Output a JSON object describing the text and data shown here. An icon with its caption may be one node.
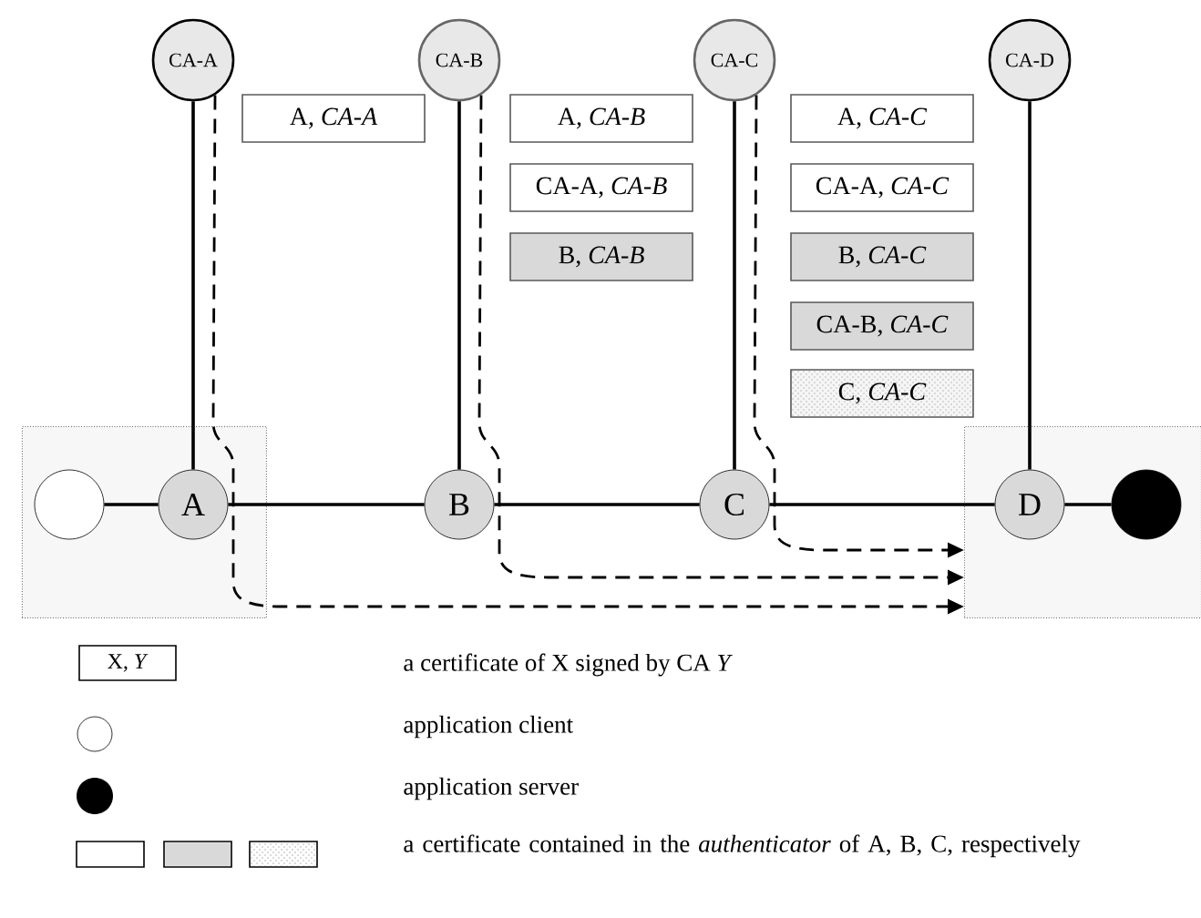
{
  "diagram": {
    "nodes": [
      {
        "text": [
          "CA-A"
        ]
      },
      {
        "text": [
          "CA-B"
        ]
      },
      {
        "text": [
          "CA-C"
        ]
      },
      {
        "text": [
          "CA-D"
        ]
      },
      {
        "text": [],
        "shape": "box"
      },
      {
        "text": [],
        "shape": "circle",
        "in": 4
      },
      {
        "text": [
          "A"
        ],
        "in": 4
      },
      {
        "text": [
          "B"
        ]
      },
      {
        "text": [
          "C"
        ]
      },
      {
        "text": [],
        "shape": "box"
      },
      {
        "text": [
          "D"
        ],
        "in": 9
      },
      {
        "text": [],
        "shape": "circle",
        "in": 9
      },
      {
        "text": [
          "A, *CA-A*"
        ]
      },
      {
        "text": [
          "A, *CA-B*"
        ]
      },
      {
        "text": [
          "CA-A, *CA-B*"
        ]
      },
      {
        "text": [
          "B, *CA-B*"
        ]
      },
      {
        "text": [
          "A, *CA-C*"
        ]
      },
      {
        "text": [
          "CA-A, *CA-C*"
        ]
      },
      {
        "text": [
          "B, *CA-C*"
        ]
      },
      {
        "text": [
          "CA-B, *CA-C*"
        ]
      },
      {
        "text": [
          "C, *CA-C*"
        ]
      }
    ],
    "edges": [
      {
        "from": 0,
        "to": 6,
        "arrow": "none"
      },
      {
        "from": 1,
        "to": 7,
        "arrow": "none"
      },
      {
        "from": 2,
        "to": 8,
        "arrow": "none"
      },
      {
        "from": 3,
        "to": 10,
        "arrow": "none"
      },
      {
        "from": 5,
        "to": 6,
        "arrow": "none"
      },
      {
        "from": 6,
        "to": 7,
        "arrow": "none"
      },
      {
        "from": 7,
        "to": 8,
        "arrow": "none"
      },
      {
        "from": 8,
        "to": 10,
        "arrow": "none"
      },
      {
        "from": 10,
        "to": 11,
        "arrow": "none"
      },
      {
        "from": 0,
        "to": 9,
        "arrow": "to",
        "style": "dashed"
      },
      {
        "from": 1,
        "to": 9,
        "arrow": "to",
        "style": "dashed"
      },
      {
        "from": 2,
        "to": 9,
        "arrow": "to",
        "style": "dashed"
      }
    ],
    "labels": [
      "X, *Y*"
    ],
    "legend": [
      {
        "text": "a certificate of X signed by CA *Y*"
      },
      {
        "text": "application client"
      },
      {
        "text": "application server"
      },
      {
        "text": "a certificate contained in the *authenticator* of A, B, C, respectively"
      }
    ]
  }
}
